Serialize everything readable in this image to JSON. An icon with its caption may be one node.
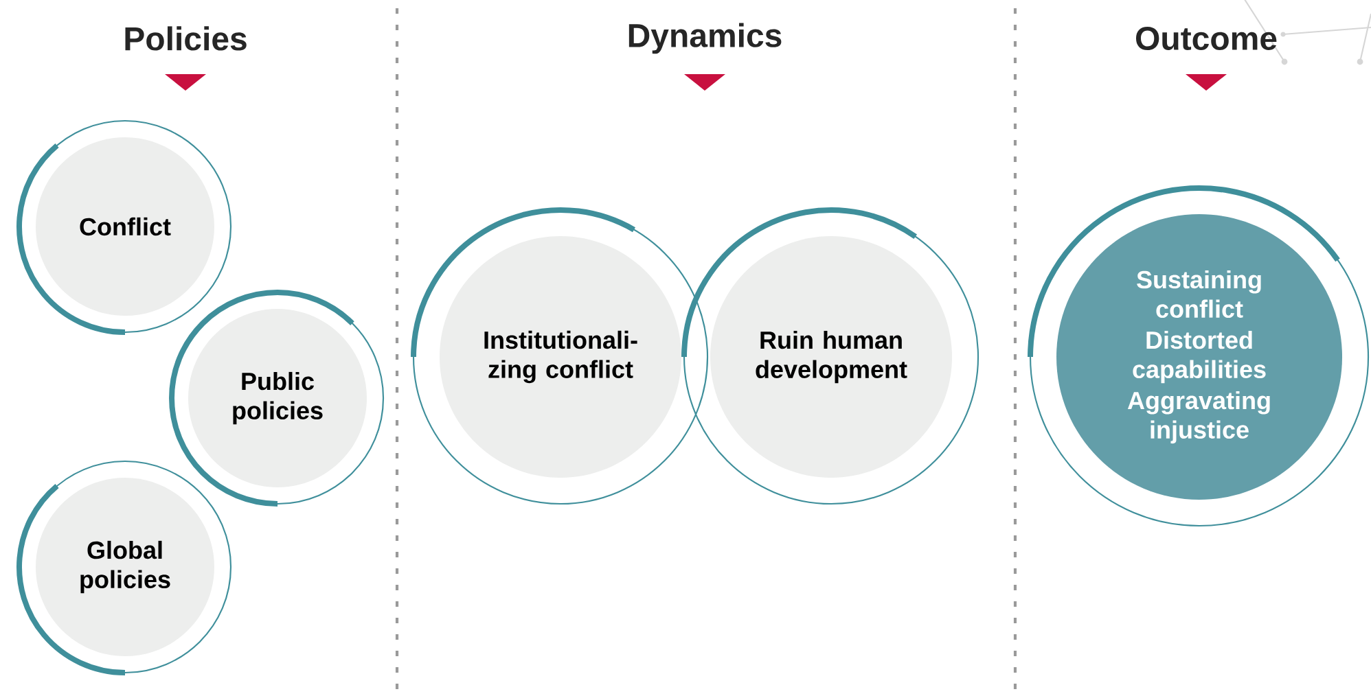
{
  "diagram": {
    "nodes": [
      {
        "text": [
          "Conflict"
        ]
      },
      {
        "text": [
          "Public policies"
        ]
      },
      {
        "text": [
          "Global policies"
        ]
      },
      {
        "text": [
          "Institutionali- zing conflict"
        ]
      },
      {
        "text": [
          "Ruin human development"
        ]
      },
      {
        "text": [
          "Sustaining conflict",
          "Distorted capabilities",
          "Aggravating injustice"
        ]
      }
    ],
    "labels": [
      "Policies",
      "Dynamics",
      "Outcome"
    ]
  }
}
